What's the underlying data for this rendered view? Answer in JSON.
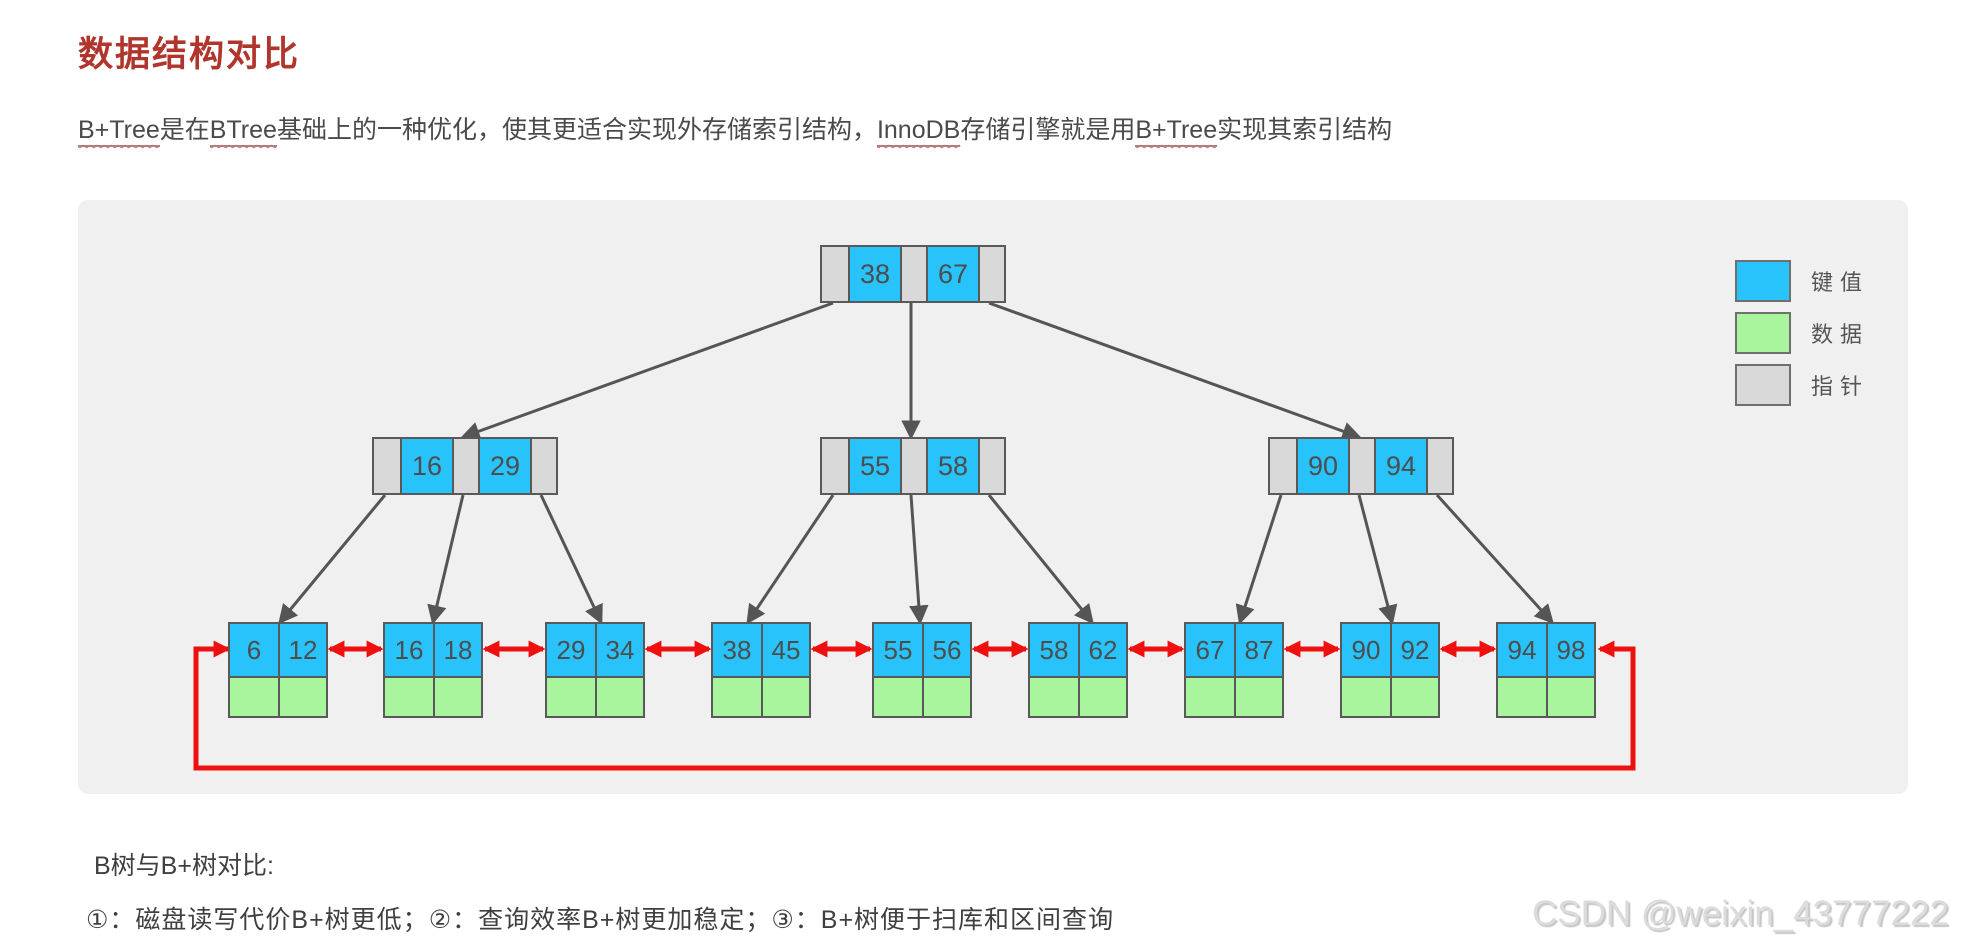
{
  "page": {
    "title": "数据结构对比",
    "intro": {
      "segments": [
        {
          "text": "B+Tree",
          "underline": true
        },
        {
          "text": "是在",
          "underline": false
        },
        {
          "text": "BTree",
          "underline": true
        },
        {
          "text": "基础上的一种优化，使其更适合实现外存储索引结构，",
          "underline": false
        },
        {
          "text": "InnoDB",
          "underline": true
        },
        {
          "text": "存储引擎就是用",
          "underline": false
        },
        {
          "text": "B+Tree",
          "underline": true
        },
        {
          "text": "实现其索引结构",
          "underline": false
        }
      ]
    },
    "footer": {
      "line1": "B树与B+树对比:",
      "line2": "①：磁盘读写代价B+树更低；②：查询效率B+树更加稳定；③：B+树便于扫库和区间查询"
    },
    "watermark": "CSDN @weixin_43777222"
  },
  "legend": [
    {
      "label": "键值",
      "color": "#29c3fc"
    },
    {
      "label": "数据",
      "color": "#a9f59d"
    },
    {
      "label": "指针",
      "color": "#d9d9d9"
    }
  ],
  "tree": {
    "root": {
      "keys": [
        "38",
        "67"
      ]
    },
    "internal": [
      {
        "keys": [
          "16",
          "29"
        ]
      },
      {
        "keys": [
          "55",
          "58"
        ]
      },
      {
        "keys": [
          "90",
          "94"
        ]
      }
    ],
    "leaves": [
      [
        "6",
        "12"
      ],
      [
        "16",
        "18"
      ],
      [
        "29",
        "34"
      ],
      [
        "38",
        "45"
      ],
      [
        "55",
        "56"
      ],
      [
        "58",
        "62"
      ],
      [
        "67",
        "87"
      ],
      [
        "90",
        "92"
      ],
      [
        "94",
        "98"
      ]
    ]
  },
  "colors": {
    "title": "#b0352c",
    "key_cell": "#29c3fc",
    "data_cell": "#a9f59d",
    "pointer_cell": "#d9d9d9",
    "link_red": "#ee0f0f",
    "edge_gray": "#555555",
    "panel_bg": "#f0f0f1"
  }
}
